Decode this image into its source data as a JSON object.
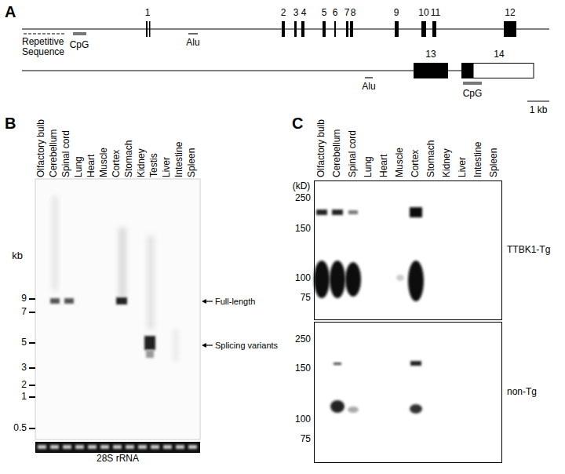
{
  "diagram": {
    "nodes": [
      {
        "text": [
          "28S rRNA"
        ]
      },
      {
        "text": [
          "TTBK1-Tg"
        ]
      },
      {
        "text": [
          "non-Tg"
        ]
      }
    ],
    "labels": [
      "A",
      "1",
      "2",
      "3",
      "4",
      "5",
      "6",
      "7",
      "8",
      "9",
      "10",
      "11",
      "12",
      "Repetitive Sequence",
      "CpG",
      "Alu",
      "13",
      "14",
      "Alu",
      "CpG",
      "1 kb",
      "B",
      "Olfactory bulb",
      "Cerebellum",
      "Spinal cord",
      "Lung",
      "Heart",
      "Muscle",
      "Cortex",
      "Stomach",
      "Kidney",
      "Testis",
      "Liver",
      "Intestine",
      "Spleen",
      "kb",
      "9",
      "7",
      "5",
      "3",
      "2",
      "1",
      "0.5",
      "Full-length",
      "Splicing variants",
      "C",
      "Olfactory bulb",
      "Cerebellum",
      "Spinal cord",
      "Lung",
      "Heart",
      "Muscle",
      "Cortex",
      "Stomach",
      "Kidney",
      "Liver",
      "Intestine",
      "Spleen",
      "(kD)",
      "250",
      "150",
      "100",
      "75",
      "250",
      "150",
      "100",
      "75"
    ]
  }
}
